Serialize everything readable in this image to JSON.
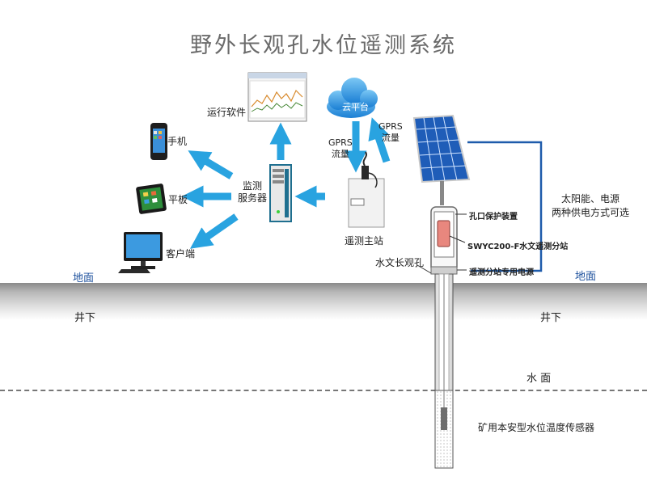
{
  "title": "野外长观孔水位遥测系统",
  "labels": {
    "software": "运行软件",
    "cloud": "云平台",
    "gprs_left": "GPRS\n流量",
    "gprs_right": "GPRS\n流量",
    "phone": "手机",
    "tablet": "平板",
    "client": "客户端",
    "server": "监测\n服务器",
    "station": "遥测主站",
    "well": "水文长观孔",
    "protect": "孔口保护装置",
    "substation": "SWYC200-F水文遥测分站",
    "power": "遥测分站专用电源",
    "solar": "太阳能、电源\n两种供电方式可选",
    "ground_left": "地面",
    "ground_right": "地面",
    "under_left": "井下",
    "under_right": "井下",
    "water": "水 面",
    "sensor": "矿用本安型水位温度传感器"
  },
  "colors": {
    "arrow": "#29a3e0",
    "wire": "#1e5bab",
    "server": "#1f6f8f",
    "cloud": "#1e90e0"
  }
}
